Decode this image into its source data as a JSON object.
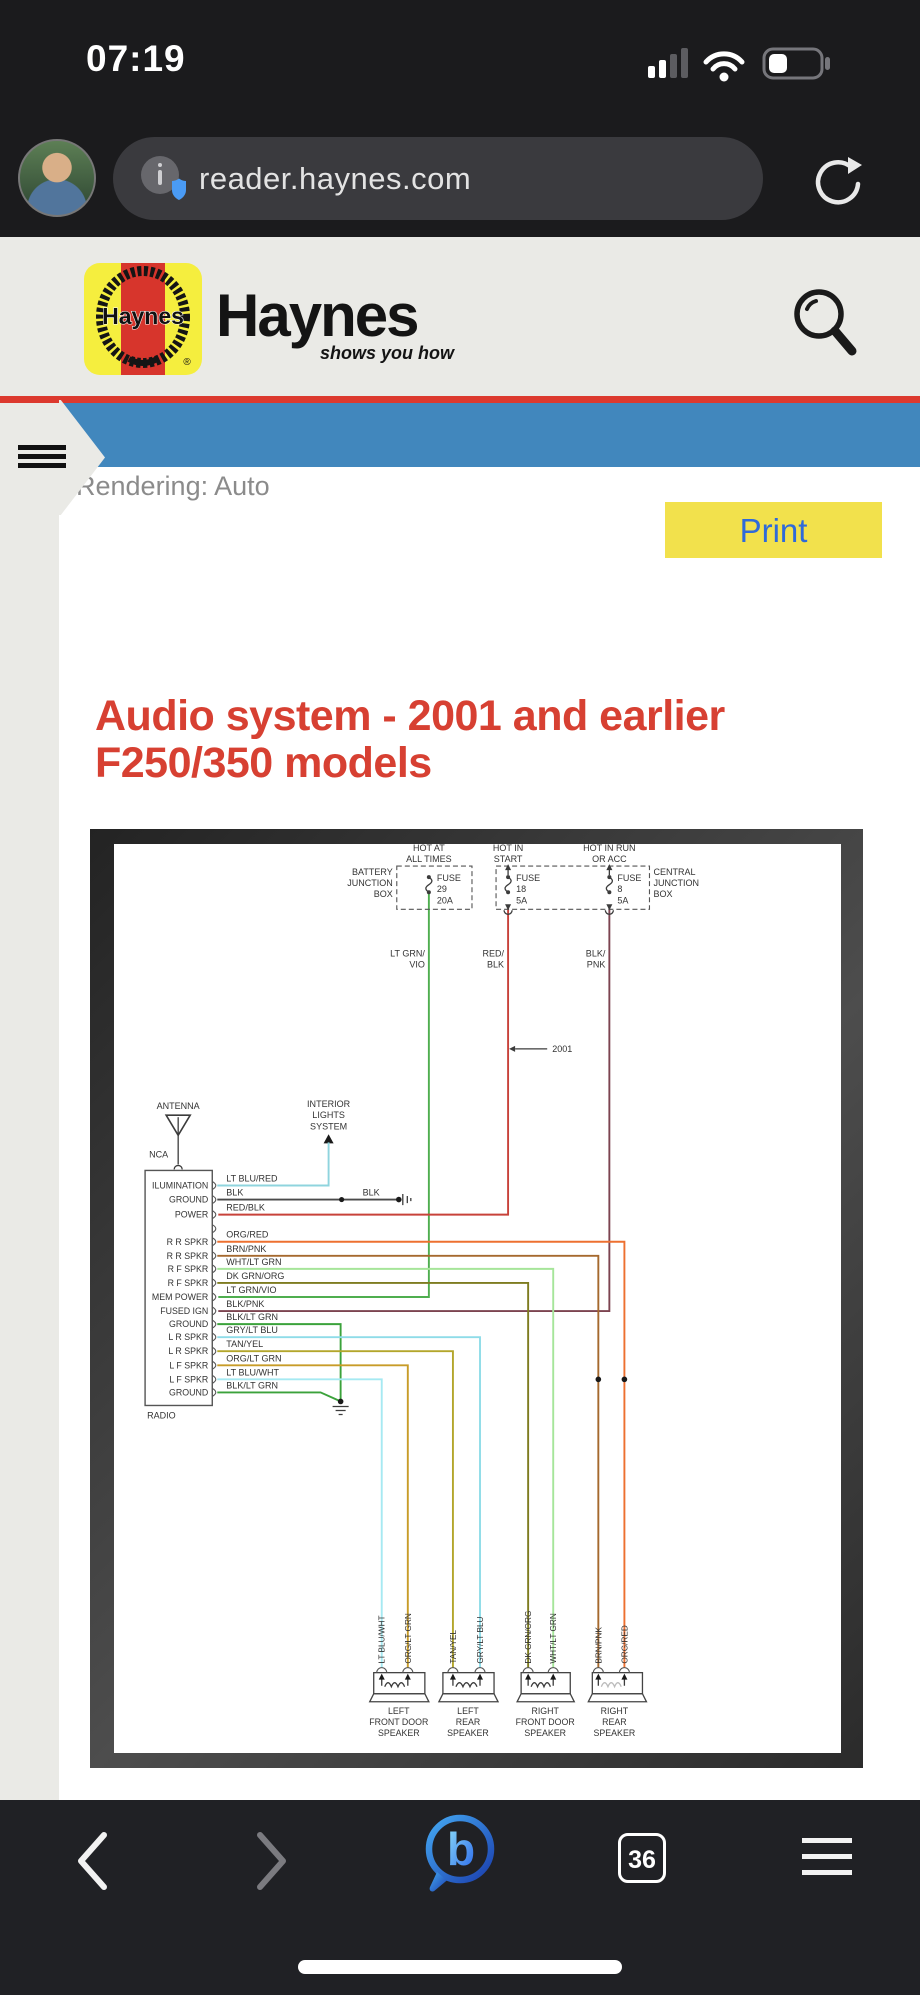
{
  "status": {
    "time": "07:19"
  },
  "browser": {
    "url": "reader.haynes.com"
  },
  "header": {
    "logo_word": "Haynes",
    "brand": "Haynes",
    "tagline": "shows you how",
    "registered": "®"
  },
  "toolbar": {
    "rendering_label": "Rendering: Auto",
    "print_label": "Print"
  },
  "article": {
    "title": "Audio system - 2001 and earlier F250/350 models"
  },
  "navbar": {
    "tab_count": "36"
  },
  "icons": [
    "signal-icon",
    "wifi-icon",
    "battery-icon",
    "info-shield-icon",
    "reload-icon",
    "search-icon",
    "menu-icon",
    "back-icon",
    "forward-icon",
    "bing-icon",
    "tabs-icon",
    "home-indicator"
  ],
  "colors": {
    "accent_red": "#d74032",
    "topbar_blue": "#4187bd",
    "print_yellow": "#f2e14c",
    "print_text_blue": "#2f6ad9",
    "haynes_yellow": "#f5ee3e",
    "haynes_red": "#d7352c",
    "wires": {
      "LT GRN/VIO": "#4fae4f",
      "RED/BLK": "#c8423a",
      "BLK/PNK": "#7c4450",
      "LT BLU/RED": "#8fd4de",
      "BLK": "#4a4a4a",
      "ORG/RED": "#ed7030",
      "BRN/PNK": "#a5692e",
      "WHT/LT GRN": "#a6e59a",
      "DK GRN/ORG": "#7e7c20",
      "BLK/LT GRN": "#3ba23b",
      "GRY/LT BLU": "#8edce8",
      "TAN/YEL": "#b3a62c",
      "ORG/LT GRN": "#c89c28",
      "LT BLU/WHT": "#a6e9f2"
    }
  },
  "diagram": {
    "hot1": [
      "HOT AT",
      "ALL TIMES"
    ],
    "hot2": [
      "HOT IN",
      "START"
    ],
    "hot3": [
      "HOT IN RUN",
      "OR ACC"
    ],
    "battery_box": [
      "BATTERY",
      "JUNCTION",
      "BOX"
    ],
    "central_box": [
      "CENTRAL",
      "JUNCTION",
      "BOX"
    ],
    "fuse1": [
      "FUSE",
      "29",
      "20A"
    ],
    "fuse2": [
      "FUSE",
      "18",
      "5A"
    ],
    "fuse3": [
      "FUSE",
      "8",
      "5A"
    ],
    "feed1": [
      "LT GRN/",
      "VIO"
    ],
    "feed2": [
      "RED/",
      "BLK"
    ],
    "feed3": [
      "BLK/",
      "PNK"
    ],
    "year_note": "2001",
    "antenna_label": "ANTENNA",
    "nca_label": "NCA",
    "interior_lights": [
      "INTERIOR",
      "LIGHTS",
      "SYSTEM"
    ],
    "radio_label": "RADIO",
    "pins": [
      "ILUMINATION",
      "GROUND",
      "POWER",
      "",
      "R R SPKR",
      "R R SPKR",
      "R F SPKR",
      "R F SPKR",
      "MEM POWER",
      "FUSED IGN",
      "GROUND",
      "L R SPKR",
      "L R SPKR",
      "L F SPKR",
      "L F SPKR",
      "GROUND"
    ],
    "wire_labels": [
      "LT BLU/RED",
      "BLK",
      "RED/BLK",
      "ORG/RED",
      "BRN/PNK",
      "WHT/LT GRN",
      "DK GRN/ORG",
      "LT GRN/VIO",
      "BLK/PNK",
      "BLK/LT GRN",
      "GRY/LT BLU",
      "TAN/YEL",
      "ORG/LT GRN",
      "LT BLU/WHT",
      "BLK/LT GRN"
    ],
    "blk_splice_label": "BLK",
    "speaker_wires": [
      "LT BLU/WHT",
      "ORG/LT GRN",
      "TAN/YEL",
      "GRY/LT BLU",
      "DK GRN/ORG",
      "WHT/LT GRN",
      "BRN/PNK",
      "ORG/RED"
    ],
    "speakers": [
      [
        "LEFT",
        "FRONT DOOR",
        "SPEAKER"
      ],
      [
        "LEFT",
        "REAR",
        "SPEAKER"
      ],
      [
        "RIGHT",
        "FRONT DOOR",
        "SPEAKER"
      ],
      [
        "RIGHT",
        "REAR",
        "SPEAKER"
      ]
    ]
  }
}
